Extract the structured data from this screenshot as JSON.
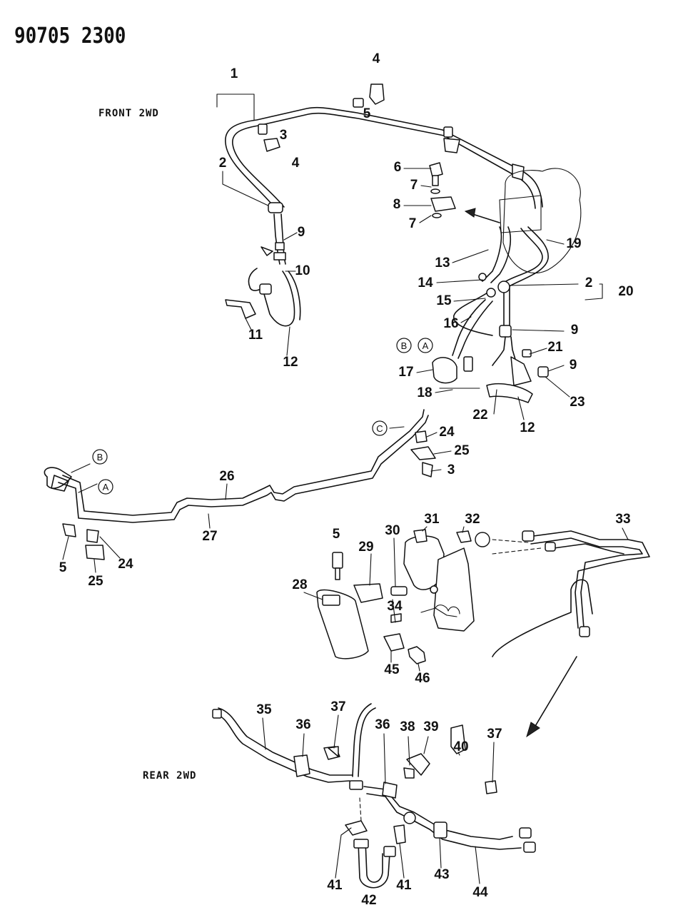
{
  "header": {
    "doc_number": "90705 2300"
  },
  "sections": {
    "front": "FRONT 2WD",
    "rear": "REAR 2WD"
  },
  "callouts": [
    "1",
    "2",
    "3",
    "4",
    "4",
    "5",
    "2",
    "6",
    "7",
    "8",
    "7",
    "9",
    "10",
    "11",
    "12",
    "13",
    "19",
    "14",
    "2",
    "20",
    "15",
    "16",
    "9",
    "21",
    "9",
    "17",
    "18",
    "22",
    "23",
    "12",
    "24",
    "25",
    "3",
    "26",
    "27",
    "5",
    "24",
    "25",
    "5",
    "29",
    "30",
    "31",
    "32",
    "33",
    "28",
    "34",
    "45",
    "46",
    "35",
    "37",
    "36",
    "38",
    "39",
    "40",
    "37",
    "41",
    "42",
    "41",
    "43",
    "44"
  ],
  "circle_refs": {
    "a": "A",
    "b": "B",
    "c": "C"
  }
}
